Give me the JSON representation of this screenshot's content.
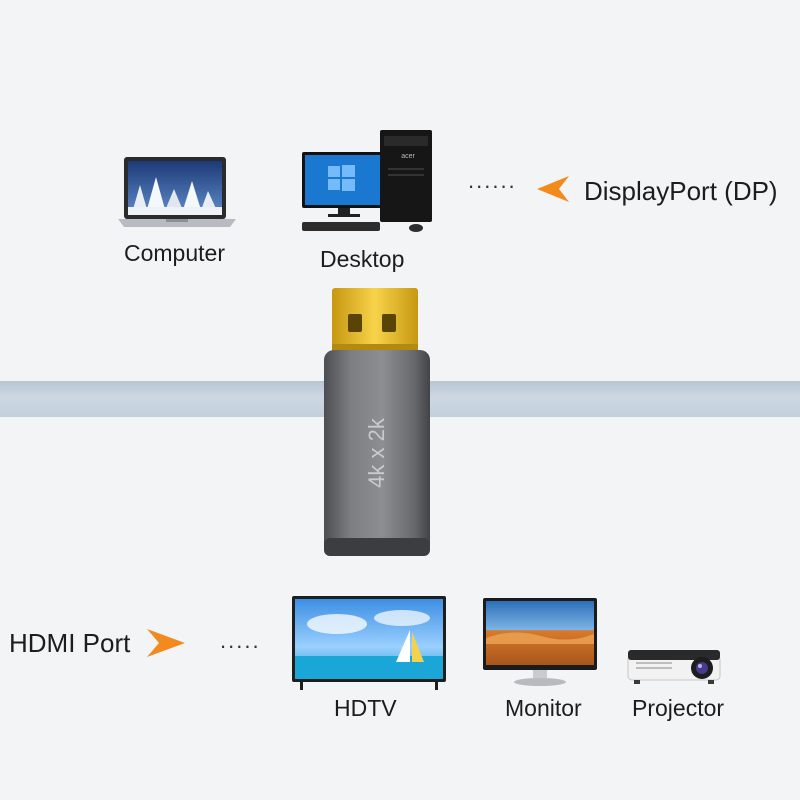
{
  "top_devices": {
    "computer_label": "Computer",
    "desktop_label": "Desktop",
    "desktop_brand": "acer"
  },
  "dp_port": {
    "label": "DisplayPort (DP)",
    "dots": "......"
  },
  "adapter": {
    "marking": "4k x 2k"
  },
  "hdmi_port": {
    "label": "HDMI Port",
    "dots": "....."
  },
  "bottom_devices": {
    "hdtv_label": "HDTV",
    "monitor_label": "Monitor",
    "projector_label": "Projector"
  },
  "colors": {
    "arrow": "#f28a1e",
    "band": "#c3cfda",
    "adapter_body": "#6b6d70",
    "connector_gold": "#f5c518"
  }
}
